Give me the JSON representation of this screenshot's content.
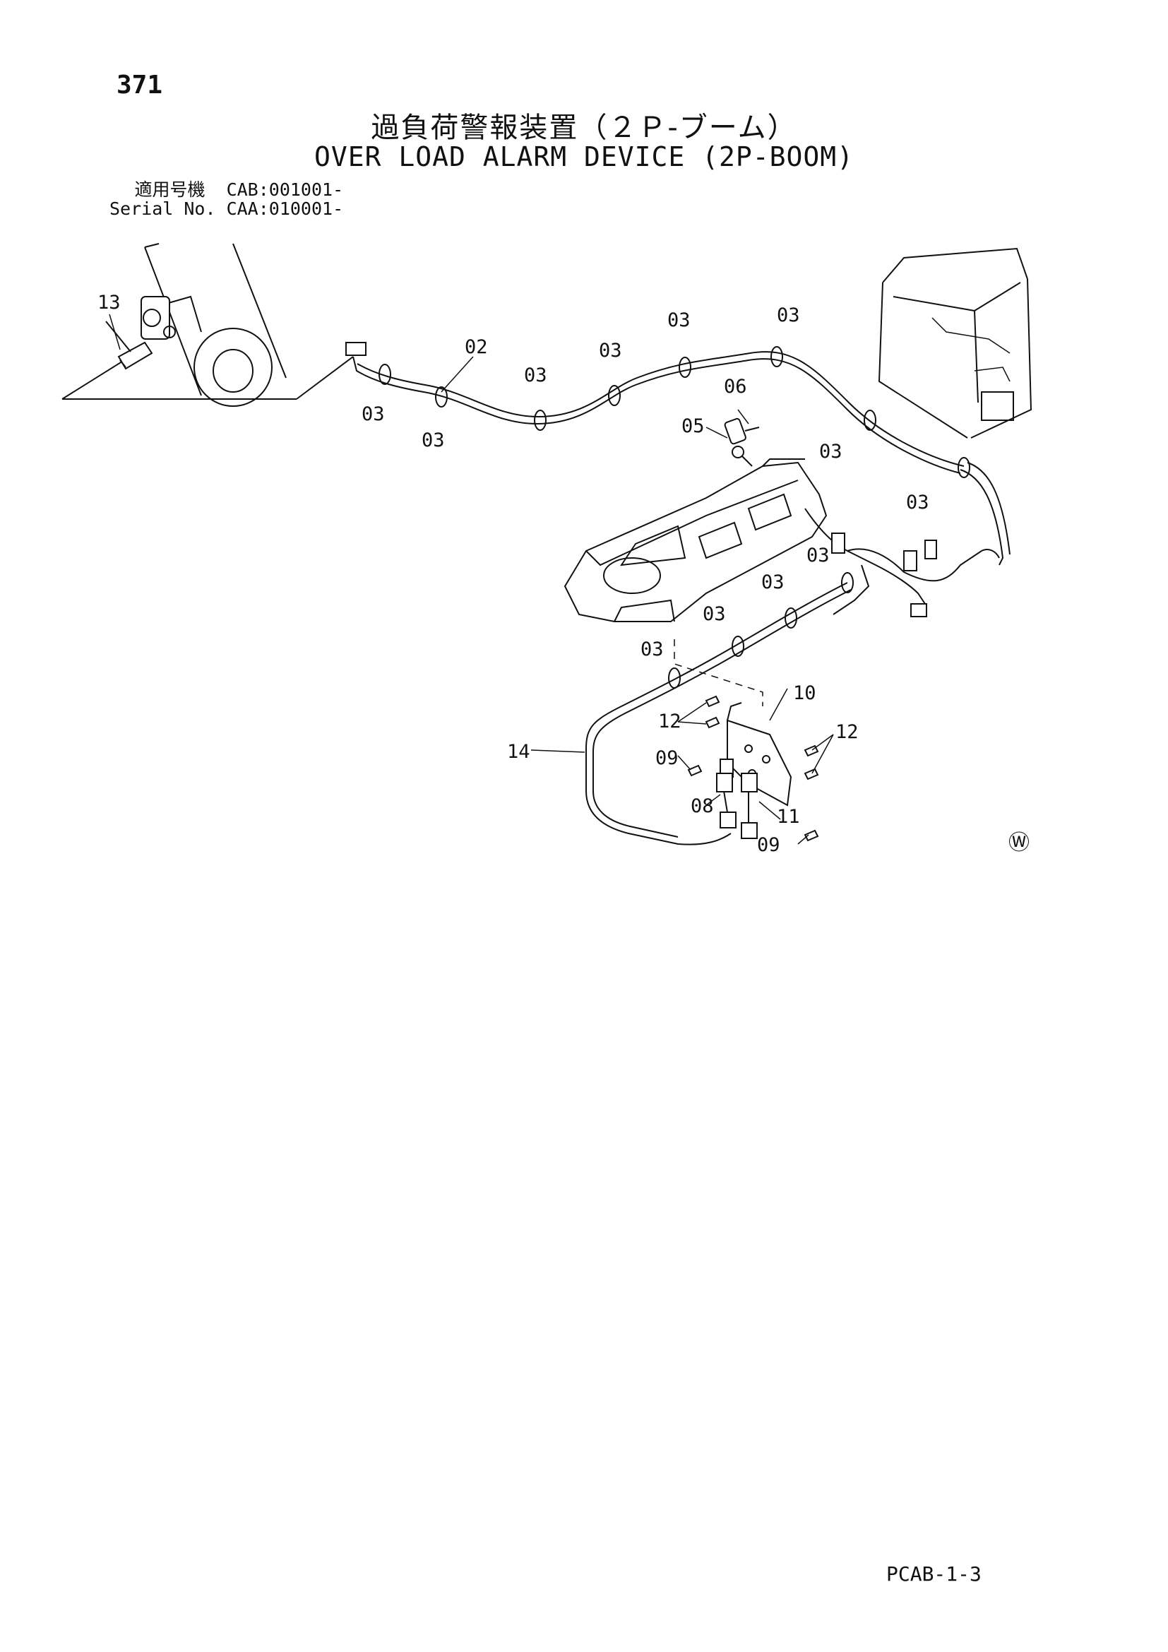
{
  "page": {
    "number": "371",
    "title_jp": "過負荷警報装置（２Ｐ-ブーム）",
    "title_en": "OVER LOAD ALARM DEVICE (2P-BOOM)",
    "applicability": {
      "row1_label": "適用号機",
      "row1_value": "CAB:001001-",
      "row2_label": "Serial No.",
      "row2_value": "CAA:010001-"
    },
    "footer_code": "PCAB-1-3",
    "watermark_symbol": "Ⓦ"
  },
  "callouts": {
    "p13": "13",
    "p02": "02",
    "p03": "03",
    "p05": "05",
    "p06": "06",
    "p08": "08",
    "p09": "09",
    "p10": "10",
    "p11": "11",
    "p12": "12",
    "p14": "14"
  }
}
